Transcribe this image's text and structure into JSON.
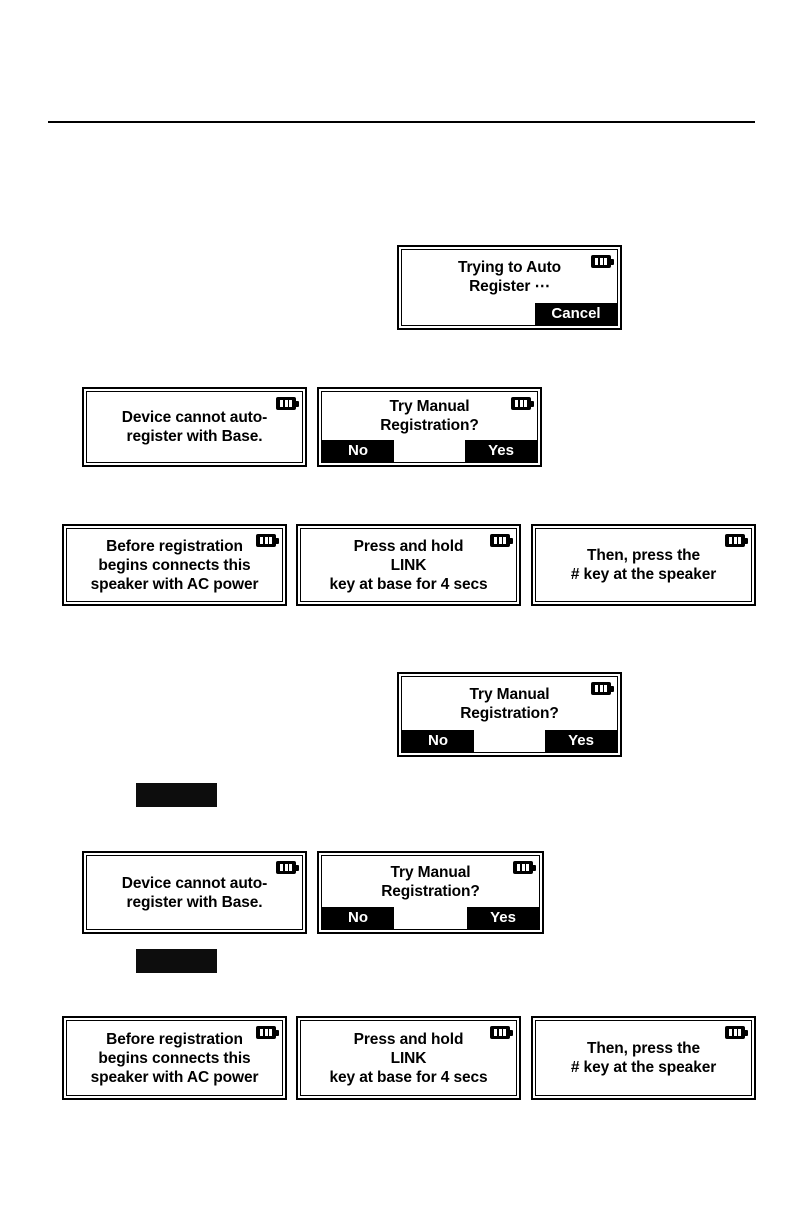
{
  "page": {
    "background": "#ffffff",
    "ink": "#000000",
    "header_rule": true
  },
  "icons": {
    "battery": "battery-icon"
  },
  "screens": [
    {
      "id": "trying-auto-register",
      "text": "Trying to Auto\nRegister ⋯",
      "softkeys": {
        "layout": "right-only",
        "right": "Cancel"
      }
    },
    {
      "id": "device-cannot-auto-register-1",
      "text": "Device cannot auto-\nregister with Base.",
      "softkeys": {
        "layout": "none"
      }
    },
    {
      "id": "try-manual-registration-1",
      "text": "Try Manual\nRegistration?",
      "softkeys": {
        "layout": "left-right",
        "left": "No",
        "right": "Yes"
      }
    },
    {
      "id": "before-registration-1",
      "text": "Before registration\nbegins connects this\nspeaker with AC power",
      "softkeys": {
        "layout": "none"
      }
    },
    {
      "id": "press-and-hold-link-1",
      "text": "Press and hold\nLINK\nkey at base for 4 secs",
      "softkeys": {
        "layout": "none"
      }
    },
    {
      "id": "then-press-hash-1",
      "text": "Then, press the\n# key at the speaker",
      "softkeys": {
        "layout": "none"
      }
    },
    {
      "id": "try-manual-registration-2",
      "text": "Try Manual\nRegistration?",
      "softkeys": {
        "layout": "left-right",
        "left": "No",
        "right": "Yes"
      }
    },
    {
      "id": "device-cannot-auto-register-2",
      "text": "Device cannot auto-\nregister with Base.",
      "softkeys": {
        "layout": "none"
      }
    },
    {
      "id": "try-manual-registration-3",
      "text": "Try Manual\nRegistration?",
      "softkeys": {
        "layout": "left-right",
        "left": "No",
        "right": "Yes"
      }
    },
    {
      "id": "before-registration-2",
      "text": "Before registration\nbegins connects this\nspeaker with AC power",
      "softkeys": {
        "layout": "none"
      }
    },
    {
      "id": "press-and-hold-link-2",
      "text": "Press and hold\nLINK\nkey at base for 4 secs",
      "softkeys": {
        "layout": "none"
      }
    },
    {
      "id": "then-press-hash-2",
      "text": "Then, press the\n# key at the speaker",
      "softkeys": {
        "layout": "none"
      }
    }
  ],
  "redactions": [
    {
      "id": "redaction-bar-1"
    },
    {
      "id": "redaction-bar-2"
    }
  ]
}
